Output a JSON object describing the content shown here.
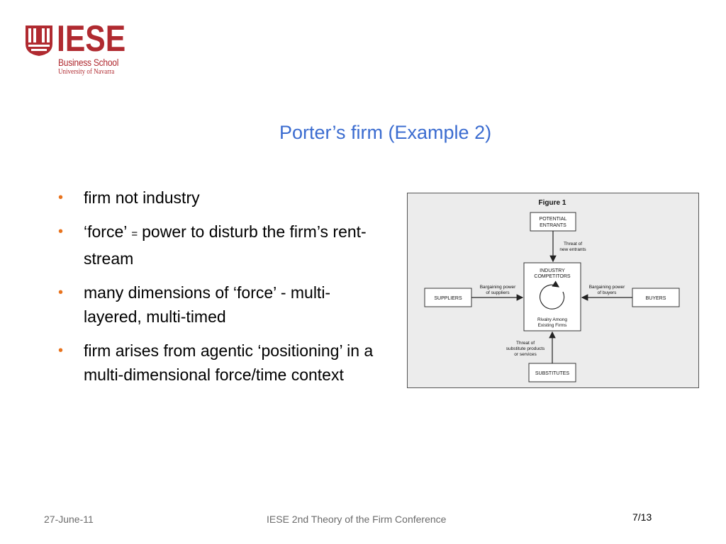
{
  "logo": {
    "word": "IESE",
    "line1": "Business School",
    "line2": "University of Navarra",
    "color": "#b02a30"
  },
  "title": "Porter’s firm (Example 2)",
  "bullets": [
    {
      "a": "firm not industry"
    },
    {
      "a": "‘force’",
      "eq": "=",
      "b": "power to disturb the firm’s rent-stream"
    },
    {
      "a": "many dimensions of ‘force’ - multi-layered, multi-timed"
    },
    {
      "a": "firm arises from agentic ‘positioning’ in a multi-dimensional force/time context"
    }
  ],
  "figure": {
    "caption": "Figure 1",
    "entrants": [
      "POTENTIAL",
      "ENTRANTS"
    ],
    "threat_entrants": [
      "Threat of",
      "new entrants"
    ],
    "competitors": [
      "INDUSTRY",
      "COMPETITORS"
    ],
    "rivalry": [
      "Rivalry Among",
      "Existing Firms"
    ],
    "suppliers": "SUPPLIERS",
    "buyers": "BUYERS",
    "bp_suppliers": [
      "Bargaining power",
      "of suppliers"
    ],
    "bp_buyers": [
      "Bargaining power",
      "of buyers"
    ],
    "threat_subs": [
      "Threat of",
      "substitute products",
      "or services"
    ],
    "substitutes": "SUBSTITUTES"
  },
  "footer": {
    "date": "27-June-11",
    "conference": "IESE 2nd Theory of the Firm Conference",
    "page": "7/13"
  },
  "colors": {
    "title": "#3b6cd0",
    "bullet": "#e8731e",
    "figure_bg": "#ececec"
  }
}
